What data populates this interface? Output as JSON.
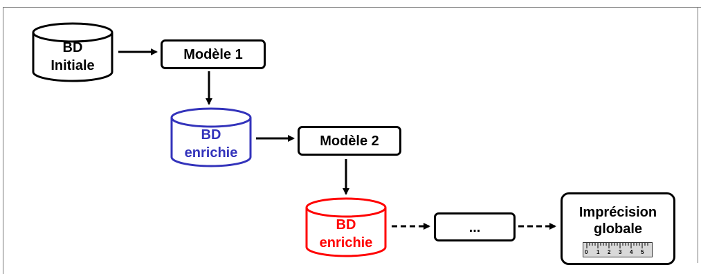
{
  "nodes": {
    "db_initial": {
      "line1": "BD",
      "line2": "Initiale",
      "color": "#000000"
    },
    "model1": {
      "label": "Modèle 1"
    },
    "db_enriched_1": {
      "line1": "BD",
      "line2": "enrichie",
      "color": "#3333bb"
    },
    "model2": {
      "label": "Modèle 2"
    },
    "db_enriched_2": {
      "line1": "BD",
      "line2": "enrichie",
      "color": "#ff0000"
    },
    "ellipsis_box": {
      "label": "..."
    },
    "global_imprecision": {
      "line1": "Imprécision",
      "line2": "globale"
    }
  },
  "ruler": {
    "ticks": [
      "0",
      "1",
      "2",
      "3",
      "4",
      "5"
    ]
  },
  "edges": [
    {
      "from": "db_initial",
      "to": "model1",
      "style": "solid"
    },
    {
      "from": "model1",
      "to": "db_enriched_1",
      "style": "solid"
    },
    {
      "from": "db_enriched_1",
      "to": "model2",
      "style": "solid"
    },
    {
      "from": "model2",
      "to": "db_enriched_2",
      "style": "solid"
    },
    {
      "from": "db_enriched_2",
      "to": "ellipsis_box",
      "style": "dashed"
    },
    {
      "from": "ellipsis_box",
      "to": "global_imprecision",
      "style": "dashed"
    }
  ]
}
